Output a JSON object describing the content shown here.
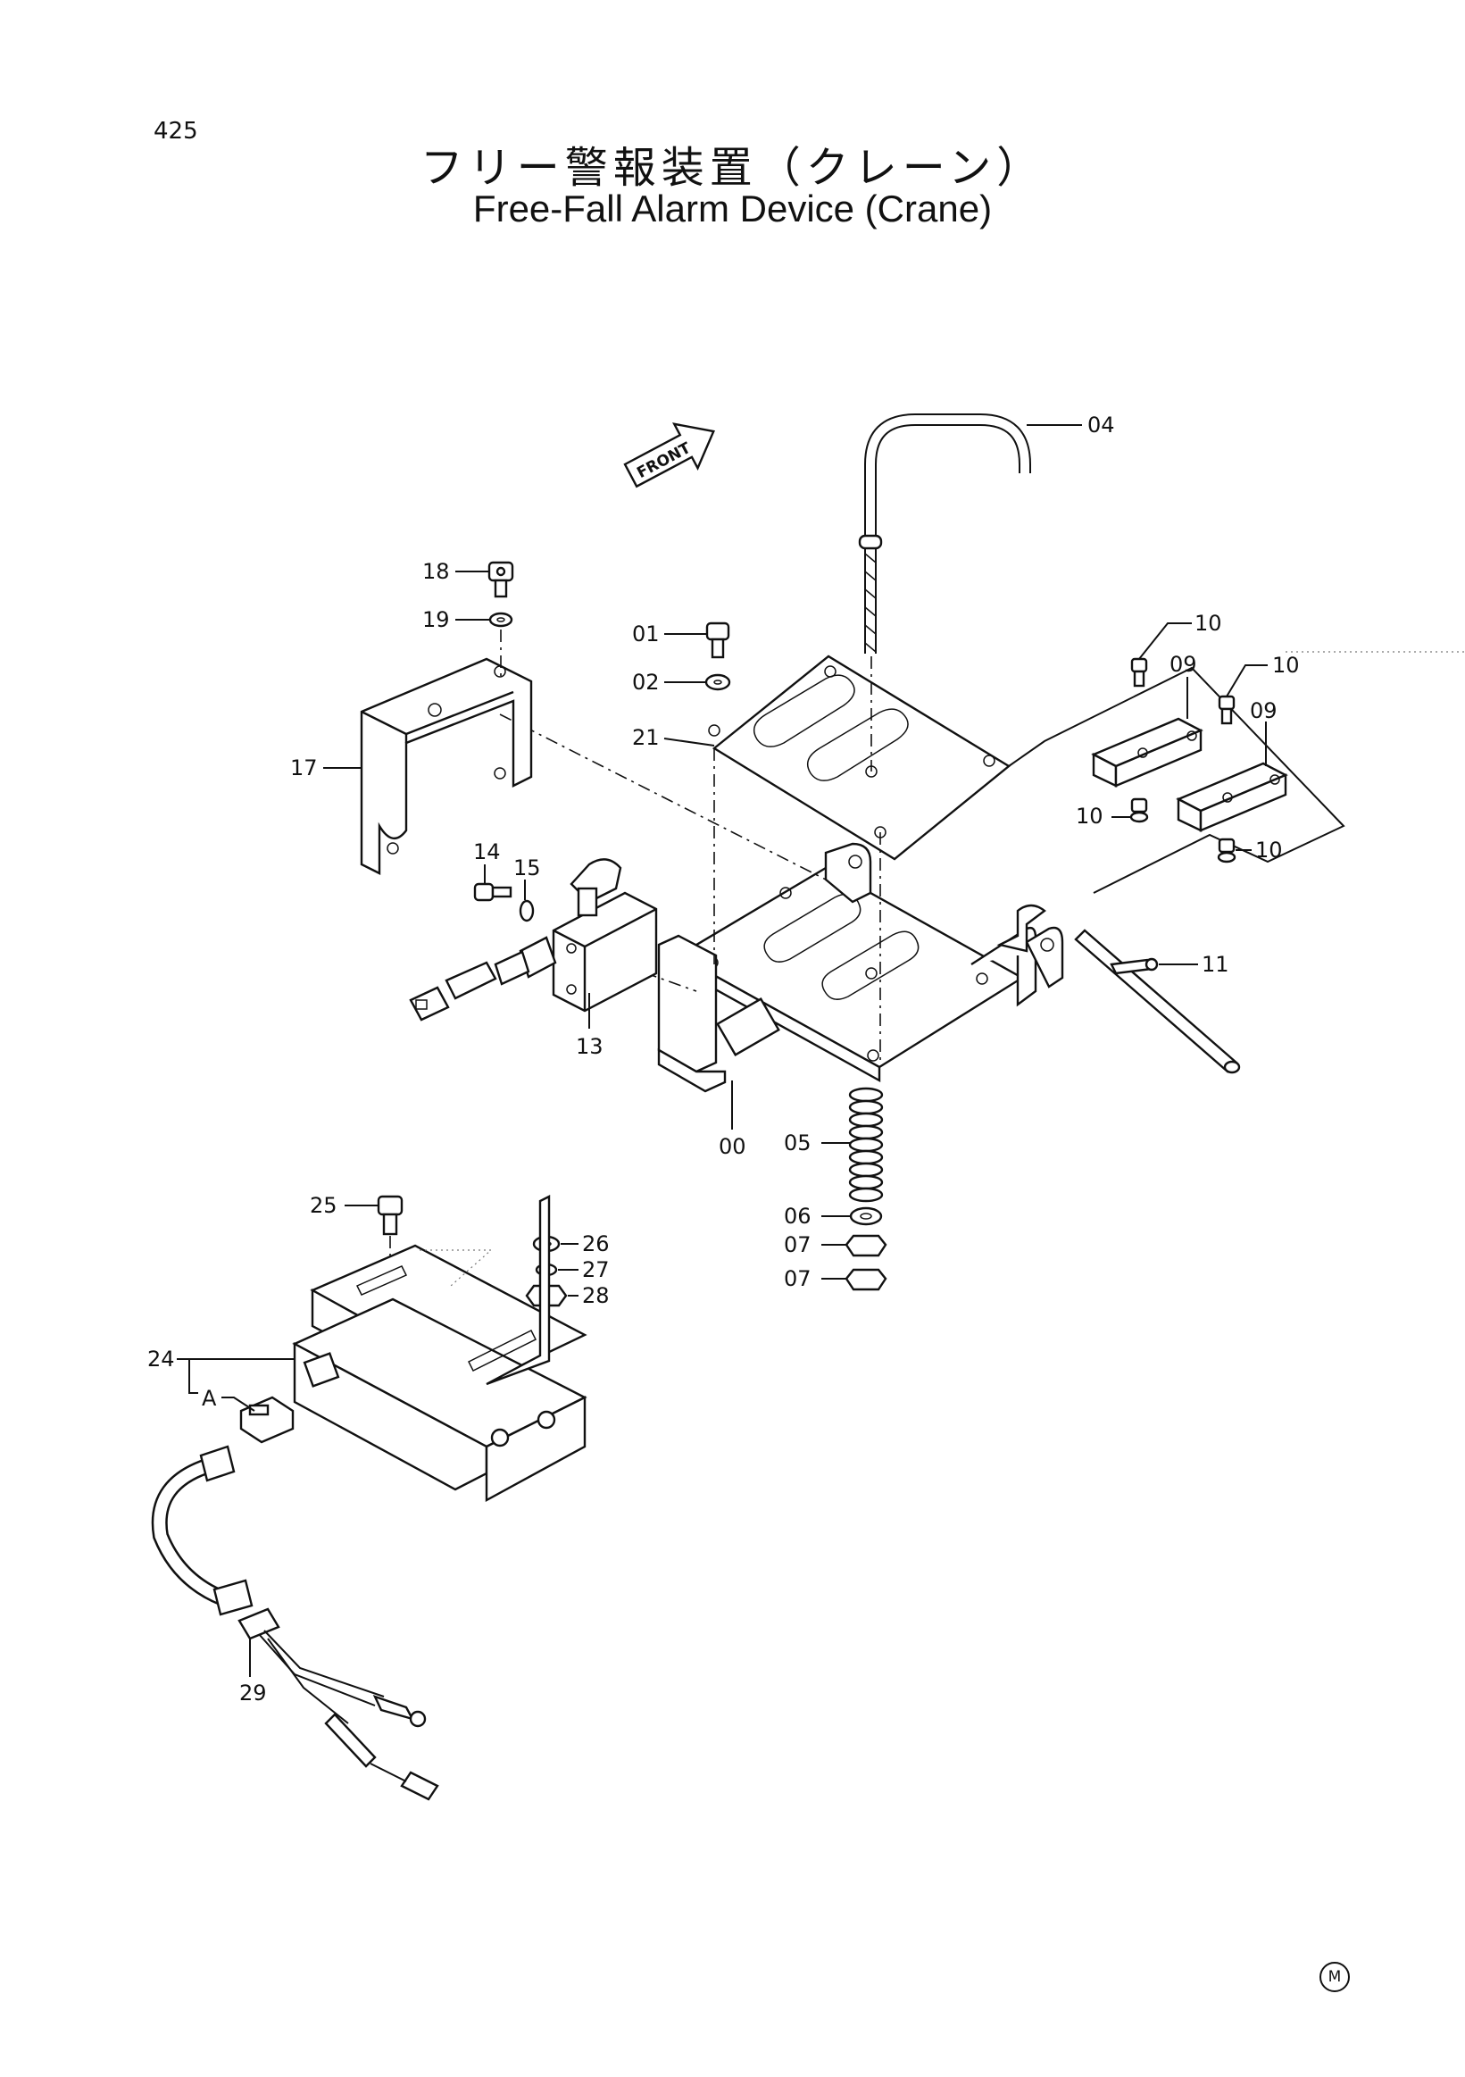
{
  "page_number": "425",
  "title_ja": "フリー警報装置（クレーン）",
  "title_en": "Free-Fall Alarm Device (Crane)",
  "front_label": "FRONT",
  "callouts": {
    "p00": "00",
    "p01": "01",
    "p02": "02",
    "p04": "04",
    "p05": "05",
    "p06": "06",
    "p07a": "07",
    "p07b": "07",
    "p09a": "09",
    "p09b": "09",
    "p10a": "10",
    "p10b": "10",
    "p10c": "10",
    "p10d": "10",
    "p11": "11",
    "p13": "13",
    "p14": "14",
    "p15": "15",
    "p17": "17",
    "p18": "18",
    "p19": "19",
    "p21": "21",
    "p24": "24",
    "p25": "25",
    "p26": "26",
    "p27": "27",
    "p28": "28",
    "p29": "29",
    "pA": "A"
  },
  "corner_mark": "M"
}
